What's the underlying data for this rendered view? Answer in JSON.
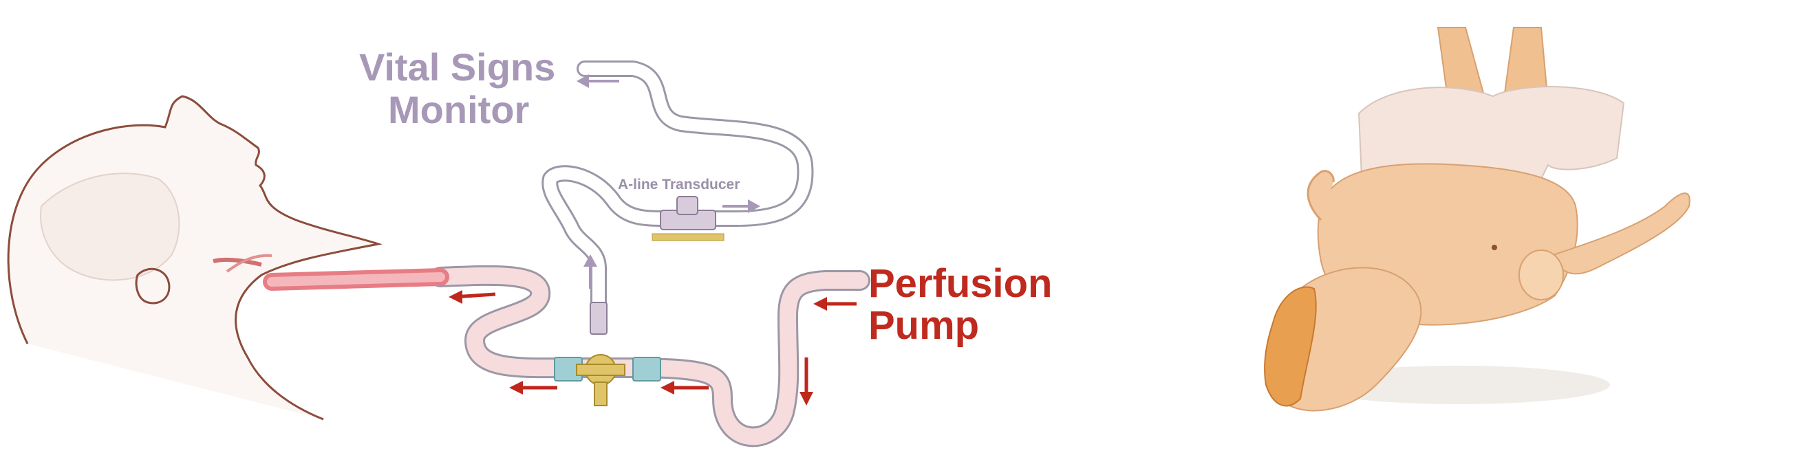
{
  "labels": {
    "vital_signs_line1": "Vital Signs",
    "vital_signs_line2": "Monitor",
    "perfusion_line1": "Perfusion",
    "perfusion_line2": "Pump",
    "aline_transducer": "A-line Transducer"
  },
  "colors": {
    "vital_signs_label": "#a898b8",
    "perfusion_label": "#bf2a1e",
    "arrow_red": "#c0271c",
    "arrow_purple": "#a898b8",
    "tube_fill": "#f6dcdc",
    "tube_outline": "#9b97a6",
    "stopcock": "#e0c46a",
    "connector": "#9fcfd4",
    "skin": "#f2c9a0",
    "hair": "#e8a050",
    "shorts": "#f4e4dc"
  },
  "icons": [
    "head-illustration",
    "stopcock-icon",
    "transducer-icon",
    "manikin-photo"
  ]
}
